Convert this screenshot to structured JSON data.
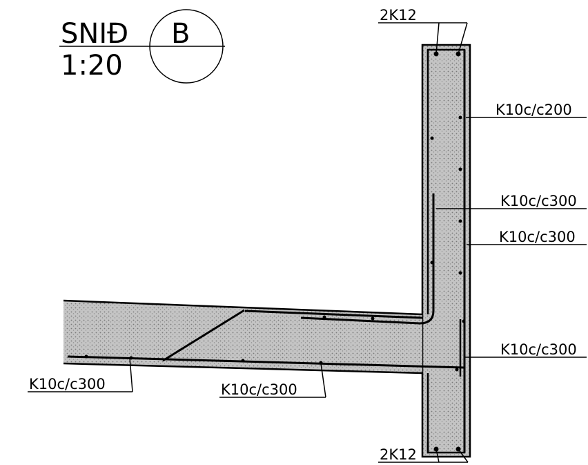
{
  "title": {
    "section_word": "SNIÐ",
    "section_letter": "B",
    "scale": "1:20"
  },
  "labels": {
    "top_bars": "2K12",
    "wall_outer_vertical": "K10c/c200",
    "wall_inner_vertical": "K10c/c300",
    "wall_outer_lower": "K10c/c300",
    "junction_bars": "K10c/c300",
    "slab_left_bottom": "K10c/c300",
    "slab_middle_bottom": "K10c/c300",
    "bottom_bars": "2K12"
  },
  "colors": {
    "ink": "#000000",
    "concrete_fill": "#bdbdbd",
    "background": "#ffffff"
  }
}
